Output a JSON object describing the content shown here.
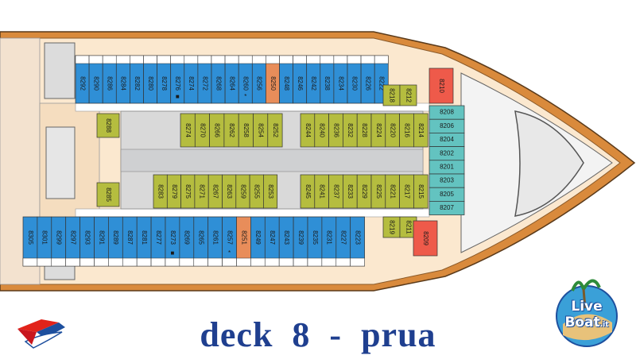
{
  "title": {
    "deck_word": "deck",
    "deck_number": "8",
    "separator": "-",
    "section": "prua"
  },
  "brand": {
    "right_logo_text_1": "Live",
    "right_logo_text_2": "Boat",
    "right_logo_suffix": ".it"
  },
  "colors": {
    "outer_cabin": "#2f8fd6",
    "inner_cabin": "#b5bd3f",
    "suite": "#e88d5a",
    "special": "#ee5a4a",
    "forward_cabin": "#63c3c0",
    "corridor": "#ffffff",
    "hull_wood": "#d98a3c",
    "deck_floor": "#f5ddbf",
    "blue_title": "#1f3f8f"
  },
  "cabins": {
    "top_outer": [
      "8292",
      "8290",
      "8286",
      "8284",
      "8282",
      "8280",
      "8278",
      "8276",
      "8274",
      "8272",
      "8268",
      "8264",
      "8260",
      "8256",
      "8250",
      "8248",
      "8246",
      "8242",
      "8238",
      "8234",
      "8230",
      "8226",
      "8222"
    ],
    "top_outer_markers": [
      "",
      "",
      "",
      "",
      "",
      "",
      "",
      "■",
      "",
      "",
      "",
      "",
      "*",
      "",
      "",
      "",
      "",
      "",
      "",
      "",
      "",
      "",
      ""
    ],
    "top_inner_left": [
      "8288"
    ],
    "top_inner_block_a": [
      "8274",
      "8270",
      "8266",
      "8262",
      "8258",
      "8254",
      "8252"
    ],
    "top_inner_block_b": [
      "8244",
      "8240",
      "8236",
      "8232",
      "8228",
      "8224",
      "8220",
      "8216",
      "8214"
    ],
    "top_small": [
      "8218",
      "8212"
    ],
    "forward_top_special": [
      "8210"
    ],
    "forward_stack": [
      "8208",
      "8206",
      "8204",
      "8202",
      "8201",
      "8203",
      "8205",
      "8207"
    ],
    "forward_bottom_special": [
      "8209"
    ],
    "bottom_inner_left": [
      "8285"
    ],
    "bottom_inner_block_a": [
      "8283",
      "8279",
      "8275",
      "8271",
      "8267",
      "8263",
      "8259",
      "8255",
      "8253"
    ],
    "bottom_inner_block_b": [
      "8245",
      "8241",
      "8237",
      "8233",
      "8229",
      "8225",
      "8221",
      "8217",
      "8215"
    ],
    "bottom_small": [
      "8219",
      "8211"
    ],
    "bottom_outer": [
      "8305",
      "8301",
      "8299",
      "8297",
      "8293",
      "8291",
      "8289",
      "8287",
      "8281",
      "8277",
      "8273",
      "8269",
      "8265",
      "8261",
      "8257",
      "8251",
      "8249",
      "8247",
      "8243",
      "8239",
      "8235",
      "8231",
      "8227",
      "8223"
    ],
    "bottom_outer_markers": [
      "",
      "",
      "",
      "",
      "",
      "",
      "",
      "",
      "",
      "",
      "■",
      "",
      "",
      "",
      "*",
      "",
      "",
      "",
      "",
      "",
      "",
      "",
      "",
      ""
    ]
  }
}
